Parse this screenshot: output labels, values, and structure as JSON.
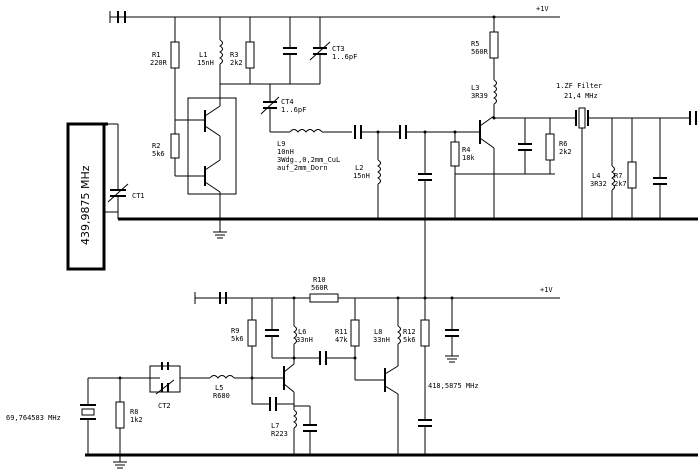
{
  "supplies": {
    "top": "+1V",
    "bottom": "+1V"
  },
  "resonator_label": "439,9875 MHz",
  "crystal_label": "69,764583 MHz",
  "filter_label_1": "1.ZF Filter",
  "filter_label_2": "21,4 MHz",
  "mid_freq_label": "418,5875 MHz",
  "components": {
    "R1": {
      "ref": "R1",
      "value": "220R"
    },
    "L1": {
      "ref": "L1",
      "value": "15nH"
    },
    "R3": {
      "ref": "R3",
      "value": "2k2"
    },
    "CT3": {
      "ref": "CT3",
      "value": "1..6pF"
    },
    "R2": {
      "ref": "R2",
      "value": "5k6"
    },
    "CT4": {
      "ref": "CT4",
      "value": "1..6pF"
    },
    "L9": {
      "ref": "L9",
      "value": "10nH",
      "note1": "3Wdg.,0,2mm_CuL",
      "note2": "auf_2mm_Dorn"
    },
    "L2": {
      "ref": "L2",
      "value": "15nH"
    },
    "CT1": {
      "ref": "CT1"
    },
    "R5": {
      "ref": "R5",
      "value": "560R"
    },
    "L3": {
      "ref": "L3",
      "value": "3R39"
    },
    "R4": {
      "ref": "R4",
      "value": "18k"
    },
    "R6": {
      "ref": "R6",
      "value": "2k2"
    },
    "L4": {
      "ref": "L4",
      "value": "3R32"
    },
    "R7": {
      "ref": "R7",
      "value": "2k7"
    },
    "R10": {
      "ref": "R10",
      "value": "560R"
    },
    "R9": {
      "ref": "R9",
      "value": "5k6"
    },
    "L6": {
      "ref": "L6",
      "value": "33nH"
    },
    "R11": {
      "ref": "R11",
      "value": "47k"
    },
    "L8": {
      "ref": "L8",
      "value": "33nH"
    },
    "R12": {
      "ref": "R12",
      "value": "5k6"
    },
    "CT2": {
      "ref": "CT2"
    },
    "L5": {
      "ref": "L5",
      "value": "R680"
    },
    "R8": {
      "ref": "R8",
      "value": "1k2"
    },
    "L7": {
      "ref": "L7",
      "value": "R223"
    }
  }
}
